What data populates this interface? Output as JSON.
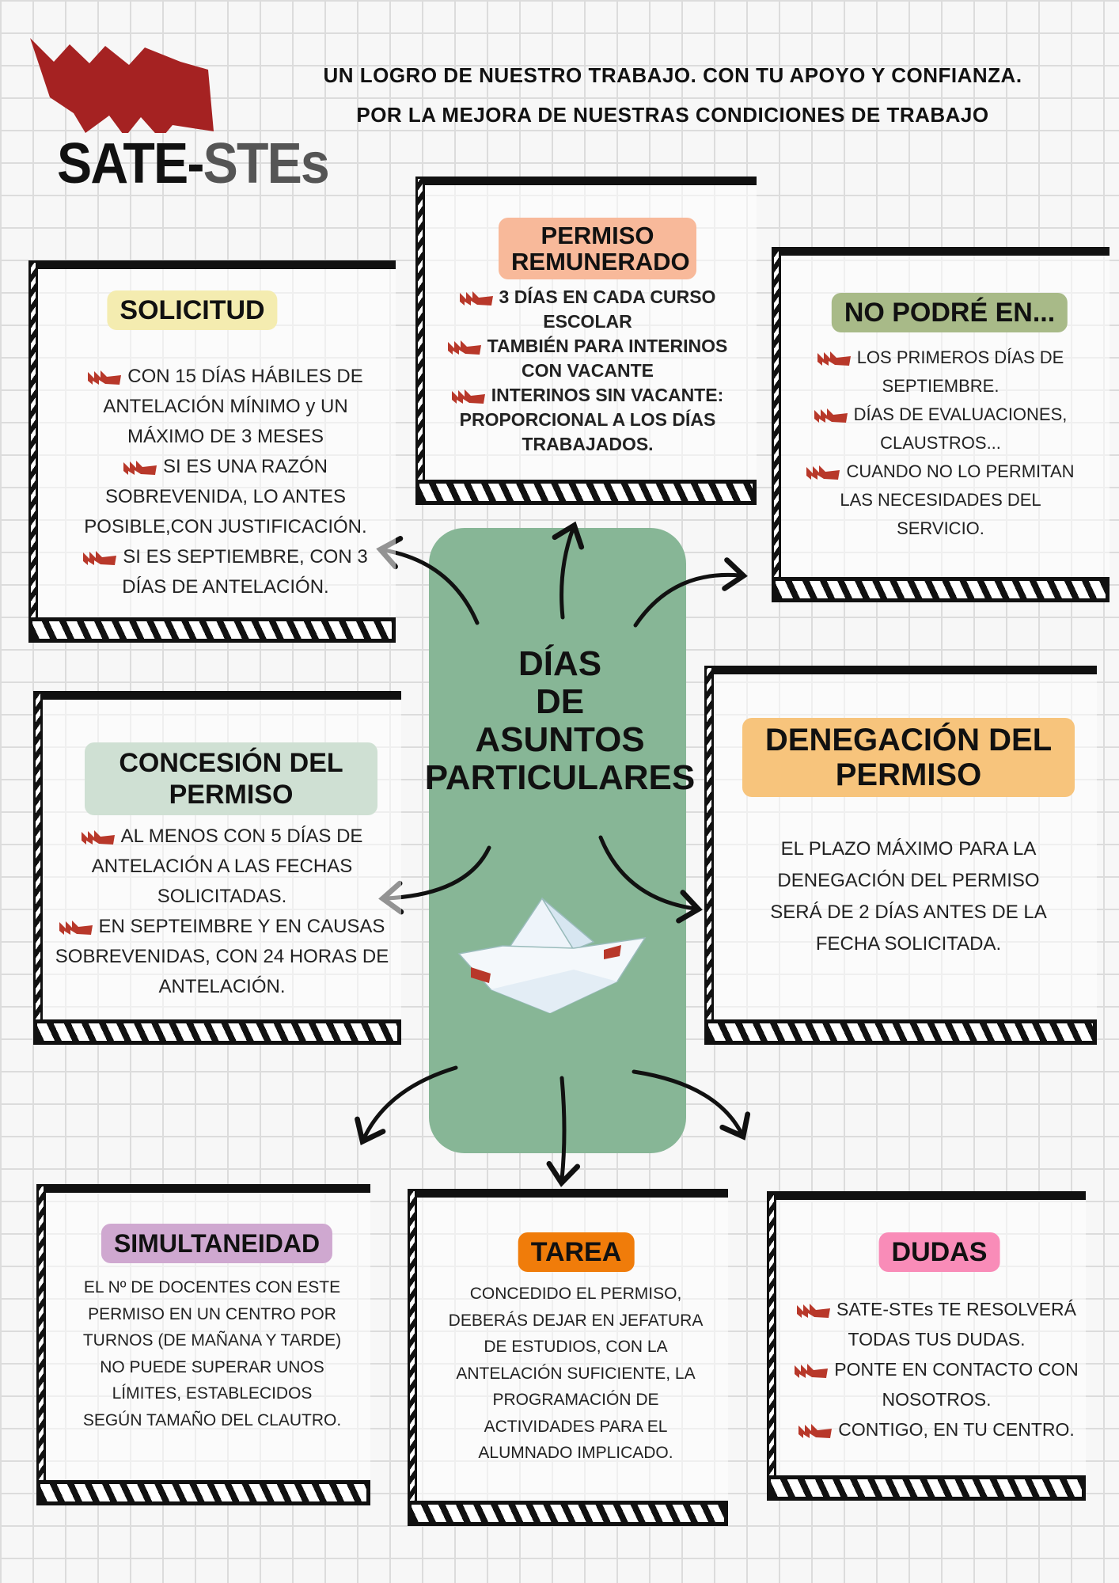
{
  "logo": {
    "text_part1": "SATE-",
    "text_part2": "STEs",
    "flag_color": "#a52222"
  },
  "header": {
    "line1": "UN LOGRO DE NUESTRO TRABAJO. CON TU APOYO Y CONFIANZA.",
    "line2": "POR LA MEJORA DE NUESTRAS CONDICIONES DE TRABAJO"
  },
  "center": {
    "lines": [
      "DÍAS",
      "DE",
      "ASUNTOS",
      "PARTICULARES"
    ],
    "color": "#87b696"
  },
  "solicitud": {
    "title": "SOLICITUD",
    "color": "#f4ecb0",
    "items": [
      "CON 15 DÍAS HÁBILES DE ANTELACIÓN  MÍNIMO y UN MÁXIMO DE 3 MESES",
      "SI ES UNA RAZÓN SOBREVENIDA, LO ANTES POSIBLE,CON JUSTIFICACIÓN.",
      "SI ES SEPTIEMBRE, CON 3 DÍAS DE ANTELACIÓN."
    ]
  },
  "permiso": {
    "title": "PERMISO REMUNERADO",
    "color": "#f8b99a",
    "items": [
      "3 DÍAS EN CADA CURSO ESCOLAR",
      "TAMBIÉN PARA INTERINOS CON VACANTE",
      "INTERINOS SIN VACANTE: PROPORCIONAL A LOS DÍAS TRABAJADOS."
    ]
  },
  "no_podre": {
    "title": "NO PODRÉ EN...",
    "color": "#a8ba88",
    "items": [
      "LOS PRIMEROS DÍAS DE SEPTIEMBRE.",
      "DÍAS DE EVALUACIONES, CLAUSTROS...",
      "CUANDO NO LO PERMITAN LAS NECESIDADES DEL SERVICIO."
    ]
  },
  "concesion": {
    "title": "CONCESIÓN DEL PERMISO",
    "color": "#cfe0d3",
    "items": [
      "AL MENOS CON 5 DÍAS DE ANTELACIÓN A LAS FECHAS SOLICITADAS.",
      "EN SEPTEIMBRE Y EN CAUSAS SOBREVENIDAS, CON 24 HORAS DE ANTELACIÓN."
    ]
  },
  "denegacion": {
    "title": "DENEGACIÓN DEL PERMISO",
    "color": "#f7c47c",
    "text": "EL PLAZO MÁXIMO PARA LA DENEGACIÓN DEL PERMISO SERÁ DE 2 DÍAS ANTES DE LA FECHA SOLICITADA."
  },
  "simultaneidad": {
    "title": "SIMULTANEIDAD",
    "color": "#cfa8d0",
    "text": "EL Nº DE DOCENTES CON ESTE PERMISO EN UN CENTRO POR TURNOS (DE MAÑANA Y TARDE) NO PUEDE SUPERAR UNOS LÍMITES, ESTABLECIDOS SEGÚN TAMAÑO DEL CLAUTRO."
  },
  "tarea": {
    "title": "TAREA",
    "color": "#f07c0a",
    "text": "CONCEDIDO EL PERMISO, DEBERÁS DEJAR EN JEFATURA DE ESTUDIOS, CON LA ANTELACIÓN SUFICIENTE, LA PROGRAMACIÓN DE ACTIVIDADES PARA EL ALUMNADO IMPLICADO."
  },
  "dudas": {
    "title": "DUDAS",
    "color": "#f98cb8",
    "items": [
      "SATE-STEs TE RESOLVERÁ TODAS TUS DUDAS.",
      "PONTE EN CONTACTO CON NOSOTROS.",
      "CONTIGO, EN TU CENTRO."
    ]
  }
}
